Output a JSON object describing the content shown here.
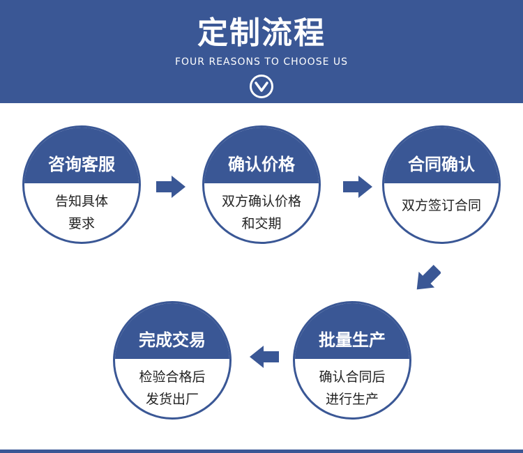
{
  "header": {
    "title": "定制流程",
    "subtitle": "FOUR REASONS TO CHOOSE US"
  },
  "colors": {
    "primary": "#3a5795",
    "background": "#ffffff",
    "text": "#222222"
  },
  "steps": [
    {
      "title": "咨询客服",
      "lines": [
        "告知具体",
        "要求"
      ]
    },
    {
      "title": "确认价格",
      "lines": [
        "双方确认价格",
        "和交期"
      ]
    },
    {
      "title": "合同确认",
      "lines": [
        "双方签订合同"
      ]
    },
    {
      "title": "批量生产",
      "lines": [
        "确认合同后",
        "进行生产"
      ]
    },
    {
      "title": "完成交易",
      "lines": [
        "检验合格后",
        "发货出厂"
      ]
    }
  ]
}
